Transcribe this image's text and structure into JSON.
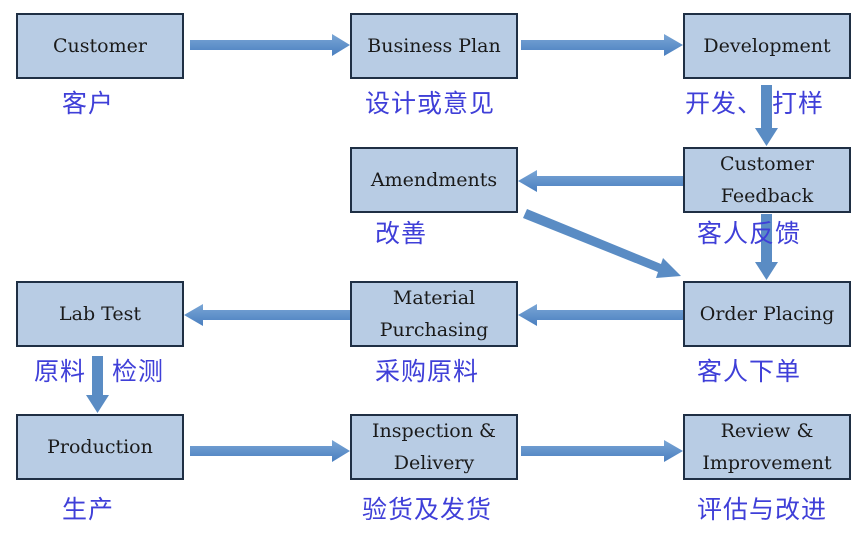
{
  "colors": {
    "box_fill": "#b8cce4",
    "box_border": "#1f2f44",
    "arrow": "#5a8cc4",
    "cn_text": "#3f3fd8"
  },
  "steps": {
    "customer": {
      "label": "Customer",
      "cn": "客户"
    },
    "business_plan": {
      "label": "Business Plan",
      "cn": "设计或意见"
    },
    "development": {
      "label": "Development",
      "cn": "开发、 打样"
    },
    "customer_feedback": {
      "line1": "Customer",
      "line2": "Feedback",
      "cn": "客人反馈"
    },
    "amendments": {
      "label": "Amendments",
      "cn": "改善"
    },
    "order_placing": {
      "label": "Order Placing",
      "cn": "客人下单"
    },
    "material_purchasing": {
      "line1": "Material",
      "line2": "Purchasing",
      "cn": "采购原料"
    },
    "lab_test": {
      "label": "Lab Test",
      "cn": "原料　检测"
    },
    "production": {
      "label": "Production",
      "cn": "生产"
    },
    "inspection_delivery": {
      "line1": "Inspection &",
      "line2": "Delivery",
      "cn": "验货及发货"
    },
    "review_improvement": {
      "line1": "Review &",
      "line2": "Improvement",
      "cn": "评估与改进"
    }
  }
}
